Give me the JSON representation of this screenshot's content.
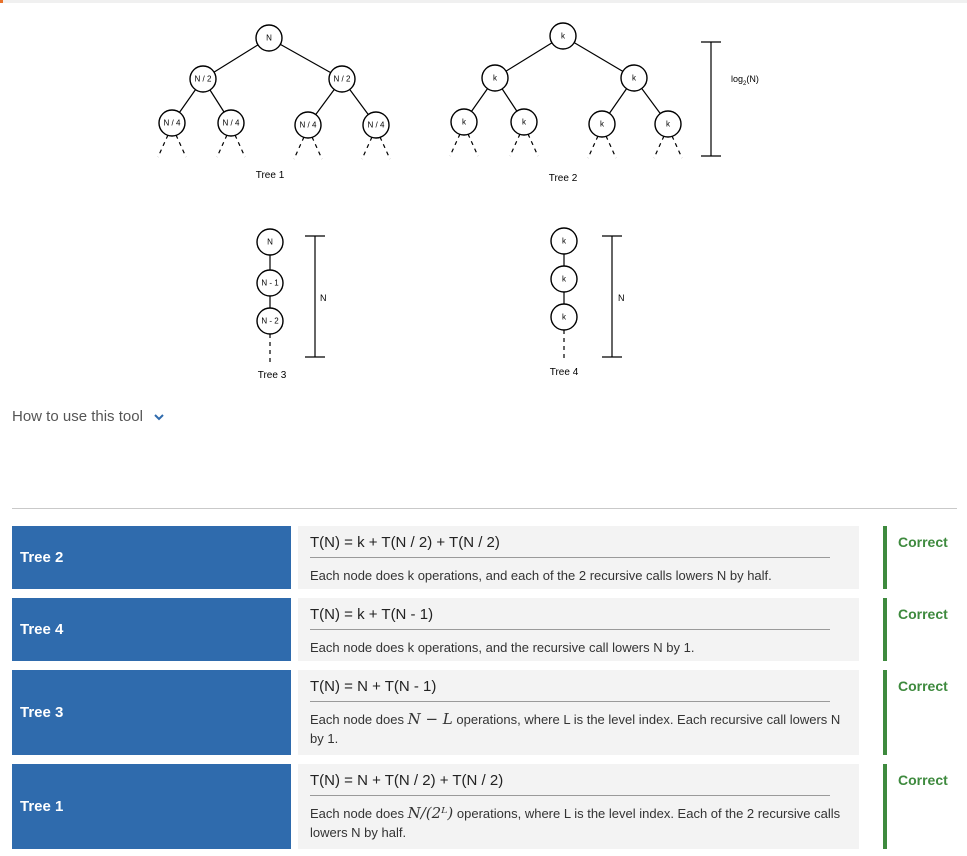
{
  "diagram": {
    "tree1": {
      "caption": "Tree 1",
      "root": "N",
      "level1": [
        "N / 2",
        "N / 2"
      ],
      "level2": [
        "N / 4",
        "N / 4",
        "N / 4",
        "N / 4"
      ]
    },
    "tree2": {
      "caption": "Tree 2",
      "root": "k",
      "level1": [
        "k",
        "k"
      ],
      "level2": [
        "k",
        "k",
        "k",
        "k"
      ],
      "height_label_prefix": "log",
      "height_label_sub": "2",
      "height_label_suffix": "(N)"
    },
    "tree3": {
      "caption": "Tree 3",
      "nodes": [
        "N",
        "N - 1",
        "N - 2"
      ],
      "height_label": "N"
    },
    "tree4": {
      "caption": "Tree 4",
      "nodes": [
        "k",
        "k",
        "k"
      ],
      "height_label": "N"
    }
  },
  "howto": {
    "label": "How to use this tool",
    "icon": "chevron-down-icon"
  },
  "colors": {
    "tree_button": "#2f6bad",
    "correct": "#3e8a3e",
    "answer_bg": "#f3f3f3"
  },
  "rows": [
    {
      "tree": "Tree 2",
      "formula": "T(N) = k + T(N / 2) + T(N / 2)",
      "desc": "Each node does k operations, and each of the 2 recursive calls lowers N by half.",
      "status": "Correct"
    },
    {
      "tree": "Tree 4",
      "formula": "T(N) = k + T(N - 1)",
      "desc": "Each node does k operations, and the recursive call lowers N by 1.",
      "status": "Correct"
    },
    {
      "tree": "Tree 3",
      "formula": "T(N) = N + T(N - 1)",
      "desc_pre": "Each node does ",
      "desc_math": "N − L",
      "desc_post": " operations, where L is the level index. Each recursive call lowers N by 1.",
      "status": "Correct"
    },
    {
      "tree": "Tree 1",
      "formula": "T(N) = N + T(N / 2) + T(N / 2)",
      "desc_pre": "Each node does ",
      "desc_math": "N/(2ᴸ)",
      "desc_post": " operations, where L is the level index. Each of the 2 recursive calls lowers N by half.",
      "status": "Correct"
    }
  ]
}
